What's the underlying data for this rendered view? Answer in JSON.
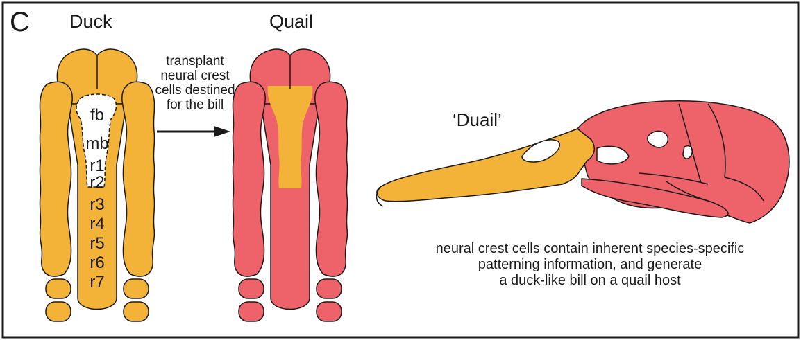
{
  "panel_letter": "C",
  "donor": {
    "title": "Duck"
  },
  "host": {
    "title": "Quail"
  },
  "segments": [
    "fb",
    "mb",
    "r1",
    "r2",
    "r3",
    "r4",
    "r5",
    "r6",
    "r7"
  ],
  "arrow_text": [
    "transplant",
    "neural crest",
    "cells destined",
    "for the bill"
  ],
  "chimera_label": "‘Duail’",
  "caption": [
    "neural crest cells contain inherent species-specific",
    "patterning information, and generate",
    "a duck-like bill on a quail host"
  ],
  "colors": {
    "duck_tissue": "#f3b338",
    "quail_tissue": "#ee636a",
    "outline": "#1a1a1a",
    "background": "#ffffff"
  }
}
